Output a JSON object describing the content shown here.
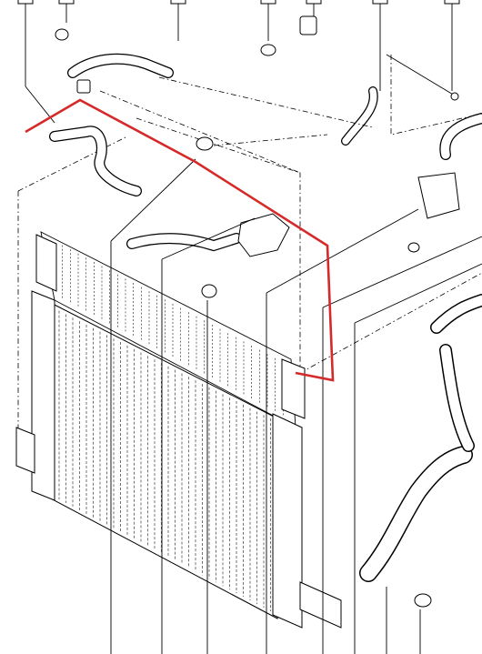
{
  "diagram": {
    "highlight_color": "#d62a2a",
    "line_color": "#000000",
    "background": "#ffffff",
    "callouts": [
      {
        "id": "callout-1",
        "label": ""
      },
      {
        "id": "callout-2",
        "label": ""
      },
      {
        "id": "callout-3",
        "label": ""
      },
      {
        "id": "callout-4",
        "label": ""
      },
      {
        "id": "callout-5",
        "label": ""
      },
      {
        "id": "callout-6",
        "label": ""
      },
      {
        "id": "callout-7",
        "label": ""
      }
    ]
  }
}
